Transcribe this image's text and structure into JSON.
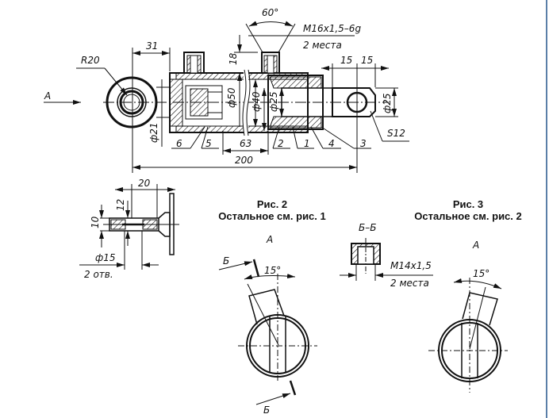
{
  "main_view": {
    "view_arrow": "A",
    "radius": "R20",
    "dim_31": "31",
    "dim_18": "18",
    "dim_60": "60°",
    "thread": "M16x1,5–6g",
    "thread_count": "2 места",
    "dim_15a": "15",
    "dim_15b": "15",
    "dia_21": "ф21",
    "dia_50": "ф50",
    "dia_40": "ф40",
    "dia_25_rod": "ф25",
    "dia_25_clevis": "ф25",
    "dim_63": "63",
    "dim_200": "200",
    "sphere": "S12",
    "parts": [
      "6",
      "5",
      "2",
      "1",
      "4",
      "3"
    ]
  },
  "detail_view": {
    "dim_20": "20",
    "dim_12": "12",
    "dim_10": "10",
    "dia_15": "ф15",
    "holes": "2 отв."
  },
  "fig2": {
    "title": "Рис. 2",
    "subtitle": "Остальное см. рис. 1",
    "view": "A",
    "section_top": "Б",
    "section_bottom": "Б",
    "angle": "15°"
  },
  "section_bb": {
    "title": "Б–Б",
    "thread": "M14x1,5",
    "count": "2 места"
  },
  "fig3": {
    "title": "Рис. 3",
    "subtitle": "Остальное см. рис. 2",
    "view": "A",
    "angle": "15°"
  }
}
